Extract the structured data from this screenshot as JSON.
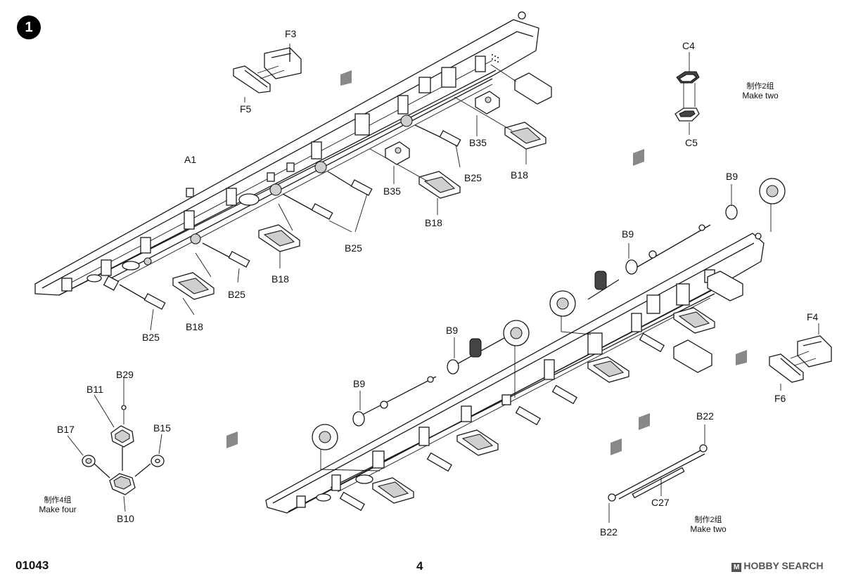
{
  "step_number": "1",
  "footer": {
    "code": "01043",
    "page": "4",
    "brand_mark": "M",
    "brand": "HOBBY SEARCH"
  },
  "labels": {
    "F3": "F3",
    "F5": "F5",
    "A1": "A1",
    "B35_top": "B35",
    "B35_mid": "B35",
    "B25_right": "B25",
    "B25_cluster": "B25",
    "B25_mid": "B25",
    "B25_left": "B25",
    "B18_right": "B18",
    "B18_mid": "B18",
    "B18_center": "B18",
    "B18_left": "B18",
    "C4": "C4",
    "C5": "C5",
    "B9_a": "B9",
    "B9_b": "B9",
    "B9_c": "B9",
    "B9_d": "B9",
    "F4": "F4",
    "F6": "F6",
    "B29": "B29",
    "B11": "B11",
    "B17": "B17",
    "B15": "B15",
    "B10": "B10",
    "B22_top": "B22",
    "B22_bottom": "B22",
    "C27": "C27"
  },
  "notes": {
    "make_two_top": {
      "cn": "制作2组",
      "en": "Make two"
    },
    "make_four": {
      "cn": "制作4组",
      "en": "Make four"
    },
    "make_two_bottom": {
      "cn": "制作2组",
      "en": "Make two"
    }
  }
}
